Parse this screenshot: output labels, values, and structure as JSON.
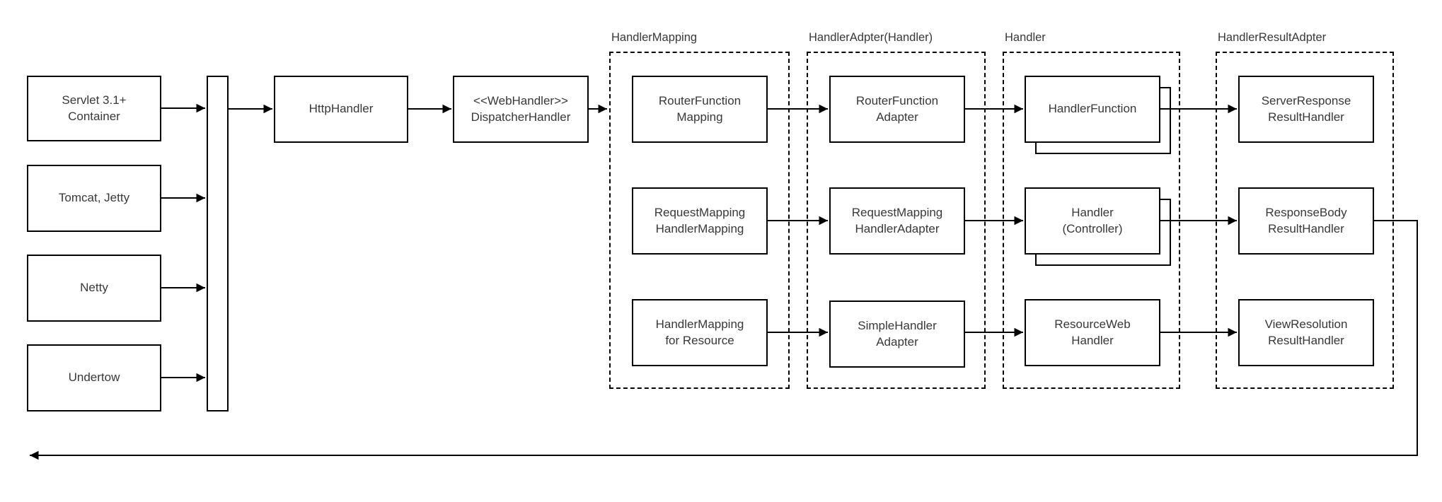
{
  "diagram": {
    "left_column": {
      "boxes": [
        {
          "label": "Servlet 3.1+\nContainer"
        },
        {
          "label": "Tomcat, Jetty"
        },
        {
          "label": "Netty"
        },
        {
          "label": "Undertow"
        }
      ]
    },
    "pipeline": {
      "http_handler": {
        "label": "HttpHandler"
      },
      "dispatcher_handler": {
        "label": "<<WebHandler>>\nDispatcherHandler"
      }
    },
    "groups": [
      {
        "title": "HandlerMapping",
        "boxes": [
          {
            "label": "RouterFunction\nMapping"
          },
          {
            "label": "RequestMapping\nHandlerMapping"
          },
          {
            "label": "HandlerMapping\nfor Resource"
          }
        ]
      },
      {
        "title": "HandlerAdpter(Handler)",
        "boxes": [
          {
            "label": "RouterFunction\nAdapter"
          },
          {
            "label": "RequestMapping\nHandlerAdapter"
          },
          {
            "label": "SimpleHandler\nAdapter"
          }
        ]
      },
      {
        "title": "Handler",
        "boxes": [
          {
            "label": "HandlerFunction",
            "stacked": "true"
          },
          {
            "label": "Handler\n(Controller)",
            "stacked": "true"
          },
          {
            "label": "ResourceWeb\nHandler"
          }
        ]
      },
      {
        "title": "HandlerResultAdpter",
        "boxes": [
          {
            "label": "ServerResponse\nResultHandler"
          },
          {
            "label": "ResponseBody\nResultHandler"
          },
          {
            "label": "ViewResolution\nResultHandler"
          }
        ]
      }
    ],
    "colors": {
      "stroke": "#000000",
      "fill": "#ffffff",
      "text": "#383838"
    }
  }
}
